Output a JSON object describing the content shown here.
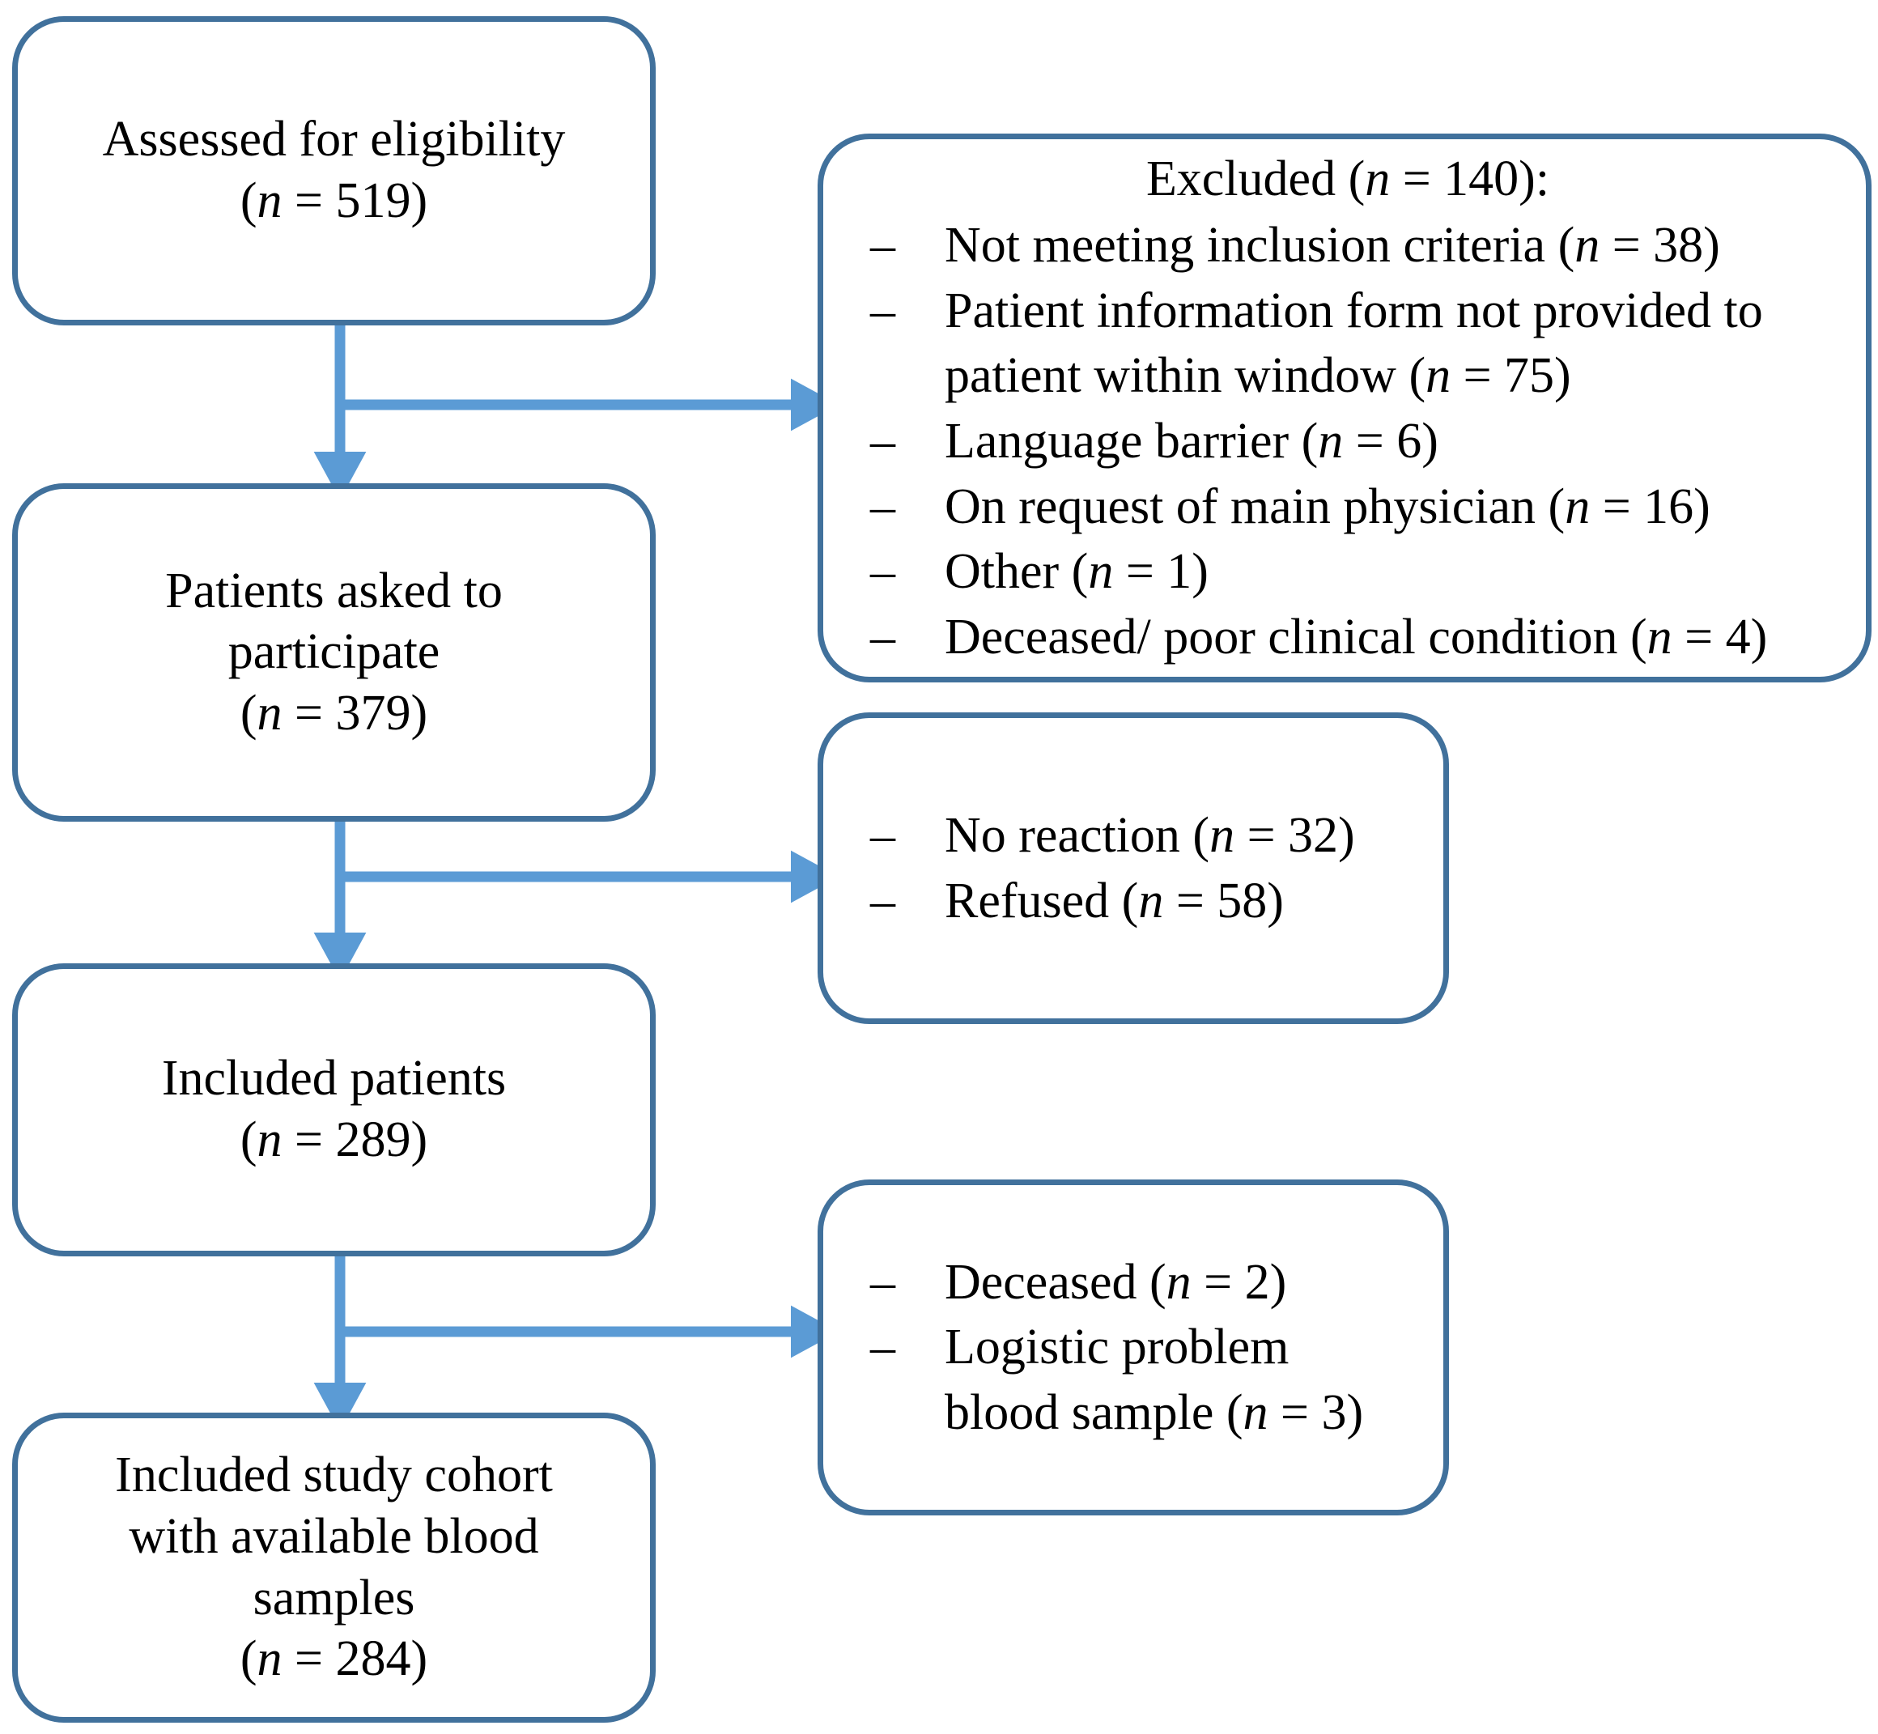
{
  "diagram": {
    "type": "flowchart",
    "title": "Study participant flow diagram",
    "colors": {
      "box_border": "#41719C",
      "arrow": "#5B9BD5",
      "text": "#000000",
      "background": "#FFFFFF"
    }
  },
  "nodes": {
    "assessed": {
      "line1": "Assessed for eligibility",
      "n_prefix": "(",
      "n_italic": "n",
      "n_value": " = 519)"
    },
    "asked": {
      "line1": "Patients asked to",
      "line2": "participate",
      "n_prefix": "(",
      "n_italic": "n",
      "n_value": " = 379)"
    },
    "included_patients": {
      "line1": "Included patients",
      "n_prefix": "(",
      "n_italic": "n",
      "n_value": " = 289)"
    },
    "cohort": {
      "line1": "Included study cohort",
      "line2": "with available blood",
      "line3": "samples",
      "n_prefix": "(",
      "n_italic": "n",
      "n_value": " = 284)"
    },
    "excluded": {
      "title_prefix": "Excluded (",
      "title_italic": "n",
      "title_suffix": " = 140):",
      "dash": "–",
      "items": [
        {
          "text": "Not meeting inclusion criteria (",
          "italic": "n",
          "suffix": " = 38)"
        },
        {
          "text": "Patient information form not provided to patient within window (",
          "italic": "n",
          "suffix": " = 75)"
        },
        {
          "text": "Language barrier (",
          "italic": "n",
          "suffix": " = 6)"
        },
        {
          "text": "On request of main physician (",
          "italic": "n",
          "suffix": " = 16)"
        },
        {
          "text": "Other (",
          "italic": "n",
          "suffix": " = 1)"
        },
        {
          "text": "Deceased/ poor clinical condition (",
          "italic": "n",
          "suffix": " = 4)"
        }
      ]
    },
    "not_participating": {
      "dash": "–",
      "items": [
        {
          "text": "No reaction (",
          "italic": "n",
          "suffix": " = 32)"
        },
        {
          "text": "Refused (",
          "italic": "n",
          "suffix": " = 58)"
        }
      ]
    },
    "no_blood": {
      "dash": "–",
      "items": [
        {
          "text": "Deceased (",
          "italic": "n",
          "suffix": " = 2)"
        },
        {
          "text": "Logistic problem blood sample (",
          "italic": "n",
          "suffix": " = 3)"
        }
      ]
    }
  },
  "counts": {
    "assessed_for_eligibility": 519,
    "excluded_total": 140,
    "excluded_not_meeting_inclusion_criteria": 38,
    "excluded_info_form_not_provided": 75,
    "excluded_language_barrier": 6,
    "excluded_physician_request": 16,
    "excluded_other": 1,
    "excluded_deceased_poor_condition": 4,
    "patients_asked_to_participate": 379,
    "no_reaction": 32,
    "refused": 58,
    "included_patients": 289,
    "deceased_after_inclusion": 2,
    "logistic_problem_blood_sample": 3,
    "included_study_cohort_with_blood_samples": 284
  }
}
